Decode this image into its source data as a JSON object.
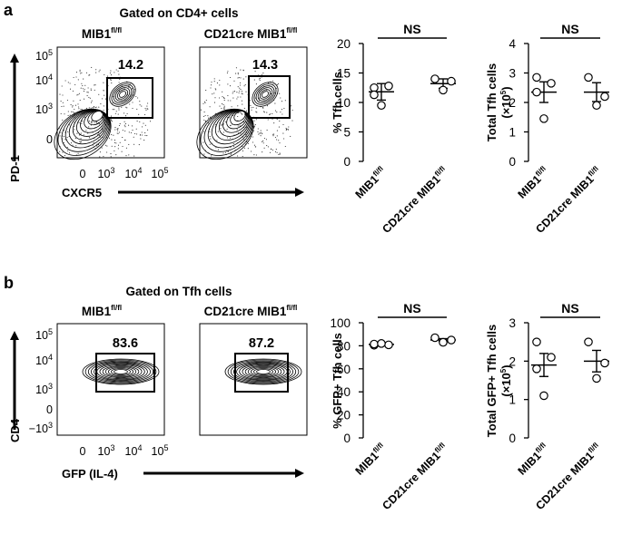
{
  "figure": {
    "panels": [
      {
        "label": "a",
        "flow": {
          "gate_title": "Gated on CD4+ cells",
          "y_axis": "PD-1",
          "x_axis": "CXCR5",
          "y_ticks": [
            "10^5",
            "10^4",
            "10^3",
            "0"
          ],
          "x_ticks": [
            "0",
            "10^3",
            "10^4",
            "10^5"
          ],
          "plots": [
            {
              "group": "MIB1fl/fl",
              "gate_value": "14.2"
            },
            {
              "group": "CD21cre MIB1fl/fl",
              "gate_value": "14.3"
            }
          ]
        }
      },
      {
        "label": "b",
        "flow": {
          "gate_title": "Gated on Tfh cells",
          "y_axis": "CD4",
          "x_axis": "GFP (IL-4)",
          "y_ticks": [
            "10^5",
            "10^4",
            "10^3",
            "0",
            "-10^3"
          ],
          "x_ticks": [
            "0",
            "10^3",
            "10^4",
            "10^5"
          ],
          "plots": [
            {
              "group": "MIB1fl/fl",
              "gate_value": "83.6"
            },
            {
              "group": "CD21cre MIB1fl/fl",
              "gate_value": "87.2"
            }
          ]
        }
      }
    ]
  },
  "chart_data": [
    {
      "type": "scatter",
      "panel": "a",
      "ylabel": "% Tfh cells",
      "ylim": [
        0,
        20
      ],
      "yticks": [
        0,
        5,
        10,
        15,
        20
      ],
      "categories": [
        "MIB1fl/fl",
        "CD21cre MIB1fl/fl"
      ],
      "significance": "NS",
      "series": [
        {
          "points": [
            12.5,
            12.8,
            11.3,
            9.5
          ],
          "mean": 11.8,
          "sem": 1.4
        },
        {
          "points": [
            14.0,
            13.6,
            12.1
          ],
          "mean": 13.2,
          "sem": 0.8
        }
      ]
    },
    {
      "type": "scatter",
      "panel": "a",
      "ylabel": "Total Tfh cells (×10^5)",
      "ylim": [
        0,
        4
      ],
      "yticks": [
        0,
        1,
        2,
        3,
        4
      ],
      "categories": [
        "MIB1fl/fl",
        "CD21cre MIB1fl/fl"
      ],
      "significance": "NS",
      "series": [
        {
          "points": [
            2.85,
            2.65,
            2.35,
            1.45
          ],
          "mean": 2.35,
          "sem": 0.35
        },
        {
          "points": [
            2.85,
            2.2,
            1.9
          ],
          "mean": 2.35,
          "sem": 0.32
        }
      ]
    },
    {
      "type": "scatter",
      "panel": "b",
      "ylabel": "% GFP+ Tfh cells",
      "ylim": [
        0,
        100
      ],
      "yticks": [
        0,
        20,
        40,
        60,
        80,
        100
      ],
      "categories": [
        "MIB1fl/fl",
        "CD21cre MIB1fl/fl"
      ],
      "significance": "NS",
      "series": [
        {
          "points": [
            80.5,
            80.8,
            81.5,
            82.0
          ],
          "mean": 81.2,
          "sem": 0.4
        },
        {
          "points": [
            87.0,
            85.0,
            83.0
          ],
          "mean": 85.0,
          "sem": 1.2
        }
      ]
    },
    {
      "type": "scatter",
      "panel": "b",
      "ylabel": "Total GFP+ Tfh cells (×10^5)",
      "ylim": [
        0,
        3
      ],
      "yticks": [
        0,
        1,
        2,
        3
      ],
      "categories": [
        "MIB1fl/fl",
        "CD21cre MIB1fl/fl"
      ],
      "significance": "NS",
      "series": [
        {
          "points": [
            2.5,
            2.1,
            1.8,
            1.1
          ],
          "mean": 1.9,
          "sem": 0.3
        },
        {
          "points": [
            2.5,
            1.95,
            1.55
          ],
          "mean": 2.0,
          "sem": 0.28
        }
      ]
    }
  ]
}
